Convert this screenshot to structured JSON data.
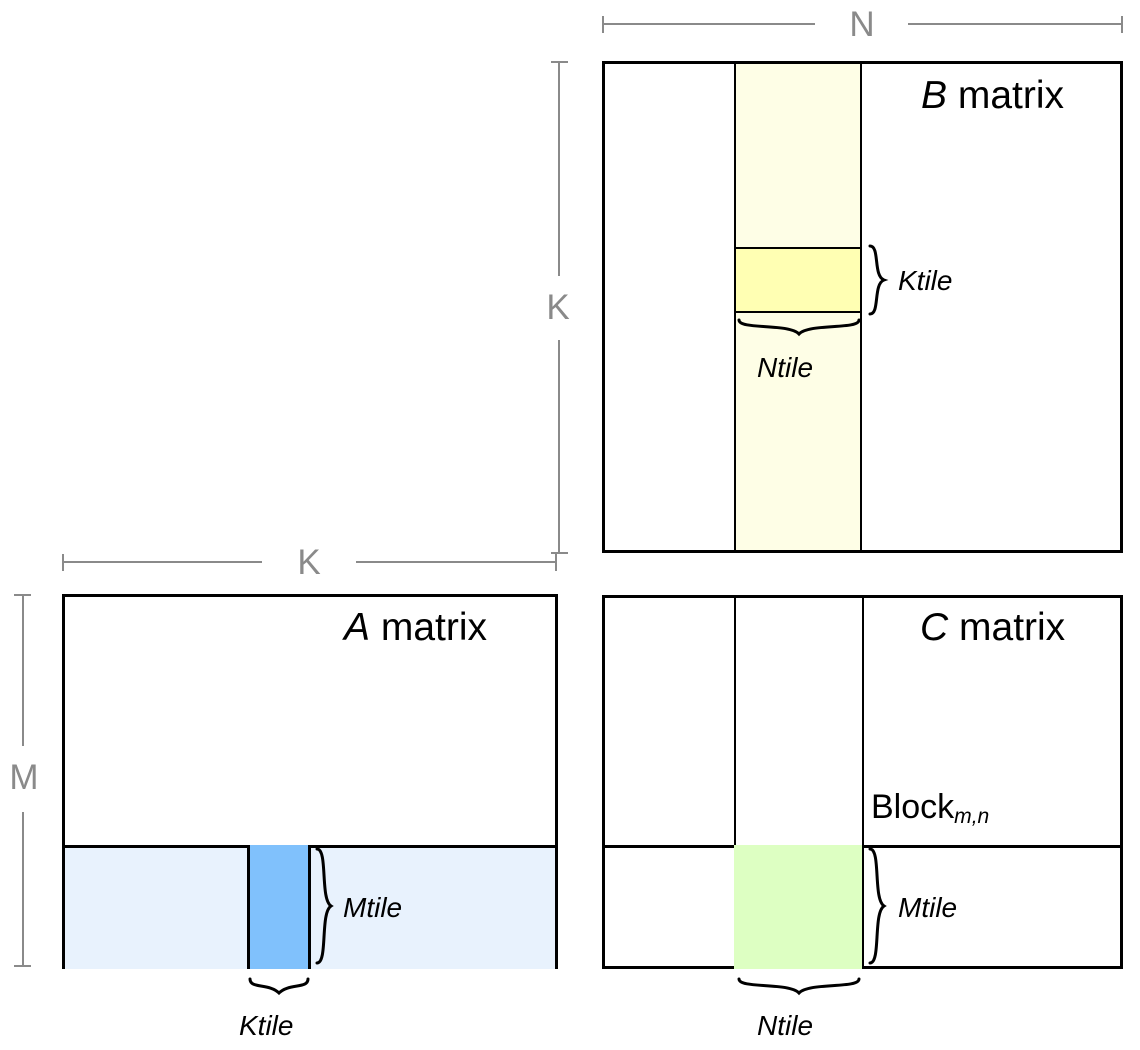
{
  "diagram": {
    "title_hidden": "Tiled matrix multiplication blocking diagram",
    "matrices": [
      {
        "id": "B",
        "letter": "B",
        "word": "matrix",
        "dim_top_label": "N",
        "dim_side_label": "K",
        "tile_row_label": "Ktile",
        "tile_col_label": "Ntile",
        "column_fill": "#fefee6",
        "tile_fill": "#ffffb3"
      },
      {
        "id": "A",
        "letter": "A",
        "word": "matrix",
        "dim_top_label": "K",
        "dim_side_label": "M",
        "tile_row_label": "Mtile",
        "tile_col_label": "Ktile",
        "row_fill": "#e8f2fd",
        "tile_fill": "#80c1fc"
      },
      {
        "id": "C",
        "letter": "C",
        "word": "matrix",
        "block_label": "Block",
        "block_sub": "m,n",
        "tile_row_label": "Mtile",
        "tile_col_label": "Ntile",
        "tile_fill": "#ddffc2"
      }
    ],
    "dimensions": {
      "N": "N",
      "K_vertical": "K",
      "K_horizontal": "K",
      "M": "M"
    },
    "colors": {
      "outline": "#000000",
      "dimension_gray": "#8a8a8a",
      "b_column": "#fefee6",
      "b_tile_yellow": "#ffffb3",
      "a_row_light_blue": "#e8f2fd",
      "a_tile_blue": "#80c1fc",
      "c_tile_green": "#ddffc2",
      "background": "#ffffff"
    }
  }
}
